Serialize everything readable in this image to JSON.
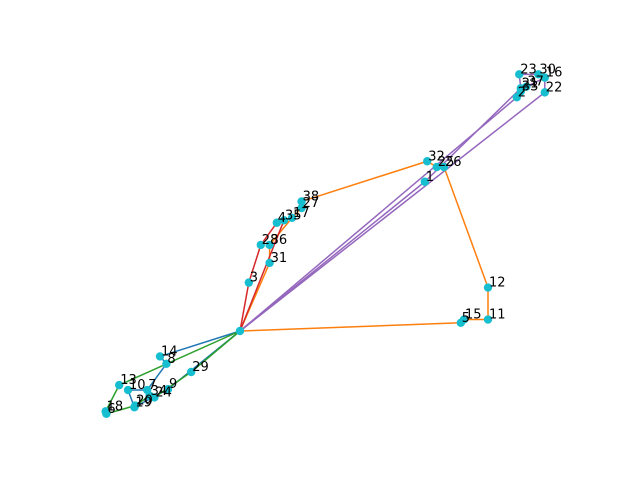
{
  "chart_data": {
    "type": "network",
    "title": "",
    "xlabel": "",
    "ylabel": "",
    "axes_visible": false,
    "grid": false,
    "node_color": "#17becf",
    "hub": "0",
    "nodes": [
      {
        "id": "0",
        "x": 0.0,
        "y": 0.0,
        "label": ""
      },
      {
        "id": "1",
        "x": 2.31,
        "y": 1.82,
        "label": "1"
      },
      {
        "id": "2",
        "x": 3.46,
        "y": 2.85,
        "label": "2"
      },
      {
        "id": "3",
        "x": 0.11,
        "y": 0.59,
        "label": "3"
      },
      {
        "id": "4",
        "x": 0.46,
        "y": 1.32,
        "label": "4"
      },
      {
        "id": "5",
        "x": 2.76,
        "y": 0.1,
        "label": "5"
      },
      {
        "id": "6",
        "x": -1.67,
        "y": -1.01,
        "label": "6"
      },
      {
        "id": "7",
        "x": -1.16,
        "y": -0.72,
        "label": "7"
      },
      {
        "id": "8",
        "x": -0.92,
        "y": -0.4,
        "label": "8"
      },
      {
        "id": "9",
        "x": -0.9,
        "y": -0.71,
        "label": "9"
      },
      {
        "id": "10",
        "x": -1.4,
        "y": -0.72,
        "label": "10"
      },
      {
        "id": "11",
        "x": 3.1,
        "y": 0.14,
        "label": "11"
      },
      {
        "id": "12",
        "x": 3.1,
        "y": 0.53,
        "label": "12"
      },
      {
        "id": "13",
        "x": -1.51,
        "y": -0.66,
        "label": "13"
      },
      {
        "id": "14",
        "x": -1.0,
        "y": -0.31,
        "label": "14"
      },
      {
        "id": "15",
        "x": 2.8,
        "y": 0.14,
        "label": "15"
      },
      {
        "id": "16",
        "x": 3.81,
        "y": 3.09,
        "label": "16"
      },
      {
        "id": "17",
        "x": 0.65,
        "y": 1.38,
        "label": "17"
      },
      {
        "id": "18",
        "x": -1.68,
        "y": -0.98,
        "label": "18"
      },
      {
        "id": "19",
        "x": -1.32,
        "y": -0.93,
        "label": "19"
      },
      {
        "id": "20",
        "x": -1.31,
        "y": -0.91,
        "label": "20"
      },
      {
        "id": "21",
        "x": 3.51,
        "y": 2.96,
        "label": "21"
      },
      {
        "id": "22",
        "x": 3.81,
        "y": 2.91,
        "label": "22"
      },
      {
        "id": "23",
        "x": 3.49,
        "y": 3.13,
        "label": "23"
      },
      {
        "id": "24",
        "x": -1.07,
        "y": -0.81,
        "label": "24"
      },
      {
        "id": "25",
        "x": 2.46,
        "y": 2.0,
        "label": "25"
      },
      {
        "id": "26",
        "x": 2.55,
        "y": 2.0,
        "label": "26"
      },
      {
        "id": "27",
        "x": 0.77,
        "y": 1.5,
        "label": "27"
      },
      {
        "id": "28",
        "x": 0.26,
        "y": 1.05,
        "label": "28"
      },
      {
        "id": "29",
        "x": -0.61,
        "y": -0.5,
        "label": "29"
      },
      {
        "id": "30",
        "x": 3.73,
        "y": 3.13,
        "label": "30"
      },
      {
        "id": "31",
        "x": 0.37,
        "y": 0.83,
        "label": "31"
      },
      {
        "id": "32",
        "x": 2.34,
        "y": 2.07,
        "label": "32"
      },
      {
        "id": "33",
        "x": 3.51,
        "y": 2.92,
        "label": "33"
      },
      {
        "id": "34",
        "x": -1.13,
        "y": -0.79,
        "label": "34"
      },
      {
        "id": "35",
        "x": 0.55,
        "y": 1.35,
        "label": "35"
      },
      {
        "id": "36",
        "x": 0.37,
        "y": 1.05,
        "label": "36"
      },
      {
        "id": "37",
        "x": 3.58,
        "y": 2.98,
        "label": "37"
      },
      {
        "id": "38",
        "x": 0.77,
        "y": 1.58,
        "label": "38"
      }
    ],
    "edges": [
      {
        "source": "0",
        "target": "1",
        "color": "#9467bd"
      },
      {
        "source": "1",
        "target": "21",
        "color": "#9467bd"
      },
      {
        "source": "21",
        "target": "23",
        "color": "#9467bd"
      },
      {
        "source": "23",
        "target": "30",
        "color": "#9467bd"
      },
      {
        "source": "30",
        "target": "16",
        "color": "#9467bd"
      },
      {
        "source": "16",
        "target": "37",
        "color": "#9467bd"
      },
      {
        "source": "37",
        "target": "33",
        "color": "#9467bd"
      },
      {
        "source": "33",
        "target": "2",
        "color": "#9467bd"
      },
      {
        "source": "2",
        "target": "0",
        "color": "#9467bd"
      },
      {
        "source": "0",
        "target": "22",
        "color": "#9467bd"
      },
      {
        "source": "22",
        "target": "16",
        "color": "#9467bd"
      },
      {
        "source": "0",
        "target": "5",
        "color": "#ff7f0e"
      },
      {
        "source": "5",
        "target": "15",
        "color": "#ff7f0e"
      },
      {
        "source": "15",
        "target": "11",
        "color": "#ff7f0e"
      },
      {
        "source": "11",
        "target": "12",
        "color": "#ff7f0e"
      },
      {
        "source": "12",
        "target": "26",
        "color": "#ff7f0e"
      },
      {
        "source": "26",
        "target": "25",
        "color": "#ff7f0e"
      },
      {
        "source": "25",
        "target": "32",
        "color": "#ff7f0e"
      },
      {
        "source": "32",
        "target": "38",
        "color": "#ff7f0e"
      },
      {
        "source": "38",
        "target": "27",
        "color": "#ff7f0e"
      },
      {
        "source": "27",
        "target": "17",
        "color": "#ff7f0e"
      },
      {
        "source": "17",
        "target": "36",
        "color": "#ff7f0e"
      },
      {
        "source": "36",
        "target": "31",
        "color": "#ff7f0e"
      },
      {
        "source": "31",
        "target": "0",
        "color": "#ff7f0e"
      },
      {
        "source": "0",
        "target": "3",
        "color": "#d62728"
      },
      {
        "source": "3",
        "target": "28",
        "color": "#d62728"
      },
      {
        "source": "28",
        "target": "4",
        "color": "#d62728"
      },
      {
        "source": "4",
        "target": "35",
        "color": "#d62728"
      },
      {
        "source": "35",
        "target": "0",
        "color": "#d62728"
      },
      {
        "source": "0",
        "target": "14",
        "color": "#1f77b4"
      },
      {
        "source": "14",
        "target": "8",
        "color": "#1f77b4"
      },
      {
        "source": "8",
        "target": "7",
        "color": "#1f77b4"
      },
      {
        "source": "7",
        "target": "10",
        "color": "#1f77b4"
      },
      {
        "source": "10",
        "target": "19",
        "color": "#1f77b4"
      },
      {
        "source": "19",
        "target": "9",
        "color": "#1f77b4"
      },
      {
        "source": "9",
        "target": "0",
        "color": "#1f77b4"
      },
      {
        "source": "0",
        "target": "29",
        "color": "#2ca02c"
      },
      {
        "source": "29",
        "target": "24",
        "color": "#2ca02c"
      },
      {
        "source": "24",
        "target": "34",
        "color": "#2ca02c"
      },
      {
        "source": "34",
        "target": "20",
        "color": "#2ca02c"
      },
      {
        "source": "20",
        "target": "6",
        "color": "#2ca02c"
      },
      {
        "source": "6",
        "target": "18",
        "color": "#2ca02c"
      },
      {
        "source": "18",
        "target": "13",
        "color": "#2ca02c"
      },
      {
        "source": "13",
        "target": "0",
        "color": "#2ca02c"
      }
    ]
  }
}
